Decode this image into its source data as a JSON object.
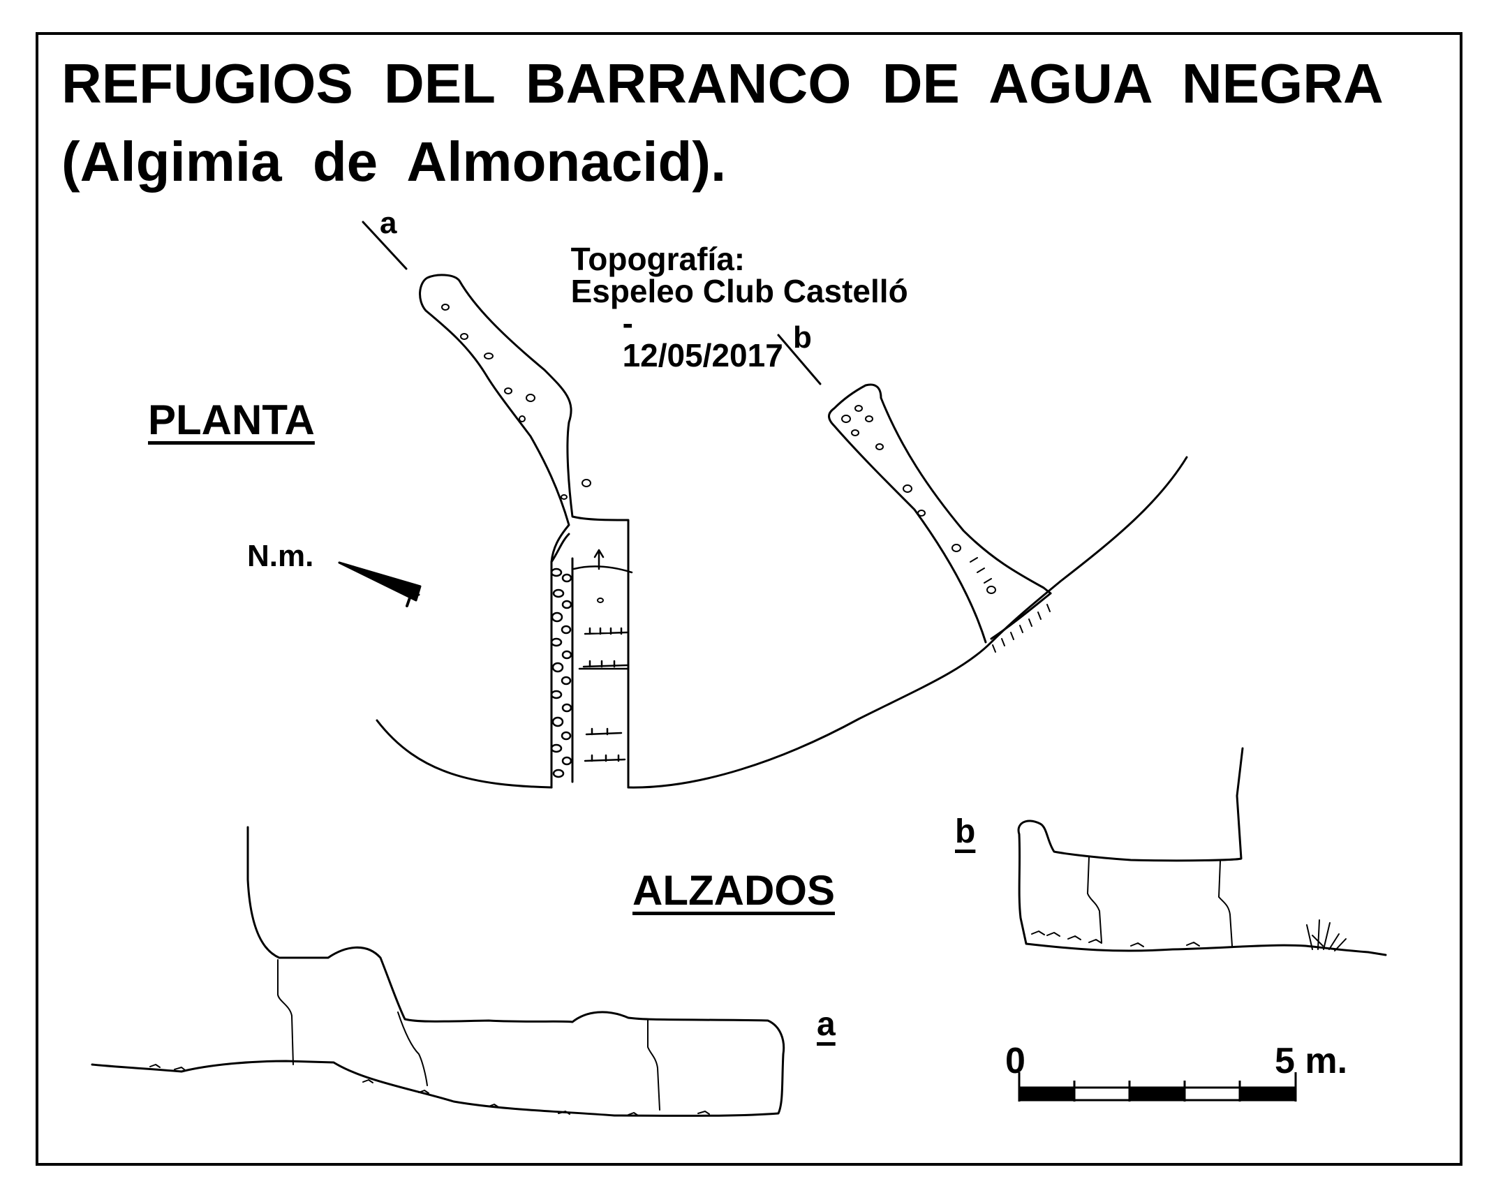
{
  "title": {
    "line1": "REFUGIOS DEL BARRANCO DE AGUA NEGRA",
    "line2": "(Algimia de Almonacid)."
  },
  "credit": {
    "label": "Topografía:",
    "author": "Espeleo Club Castelló",
    "separator": "-",
    "date": "12/05/2017"
  },
  "plan": {
    "heading": "PLANTA",
    "north_label": "N.m.",
    "section_a": "a",
    "section_b": "b"
  },
  "elevations": {
    "heading": "ALZADOS",
    "label_a": "a",
    "label_b": "b"
  },
  "scale_bar": {
    "start_label": "0",
    "end_label": "5 m.",
    "segments": 5
  },
  "colors": {
    "ink": "#000000",
    "paper": "#ffffff"
  }
}
